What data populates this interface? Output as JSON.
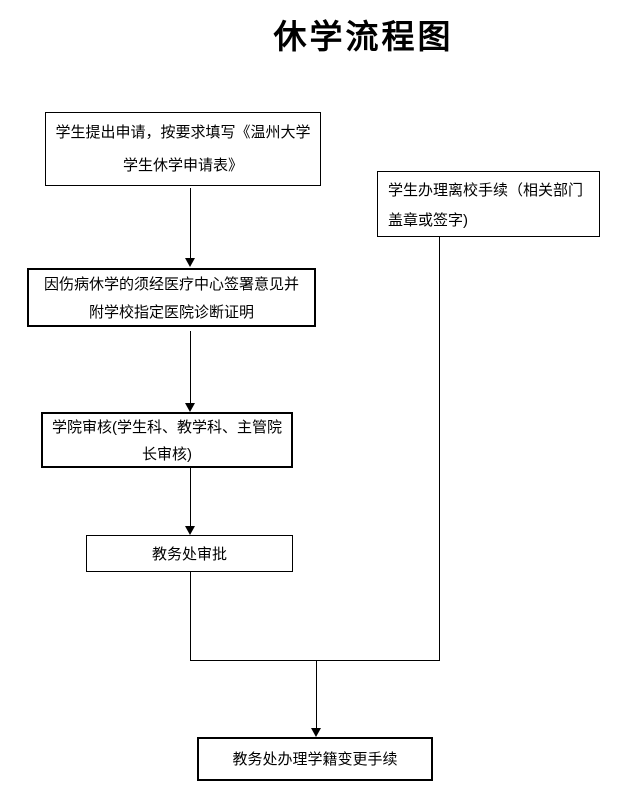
{
  "title": "休学流程图",
  "nodes": {
    "apply": {
      "lines": [
        "学生提出申请，按要求填写《温州大学",
        "学生休学申请表》"
      ]
    },
    "leave_school": {
      "lines": [
        "学生办理离校手续（相关部门",
        "盖章或签字)"
      ]
    },
    "medical": {
      "lines": [
        "因伤病休学的须经医疗中心签署意见并",
        "附学校指定医院诊断证明"
      ]
    },
    "college_review": {
      "lines": [
        "学院审核(学生科、教学科、主管院",
        "长审核)"
      ]
    },
    "aao_approval": {
      "lines": [
        "教务处审批"
      ]
    },
    "status_change": {
      "lines": [
        "教务处办理学籍变更手续"
      ]
    }
  },
  "colors": {
    "background": "#ffffff",
    "text": "#000000",
    "line": "#000000",
    "box_border": "#000000"
  }
}
